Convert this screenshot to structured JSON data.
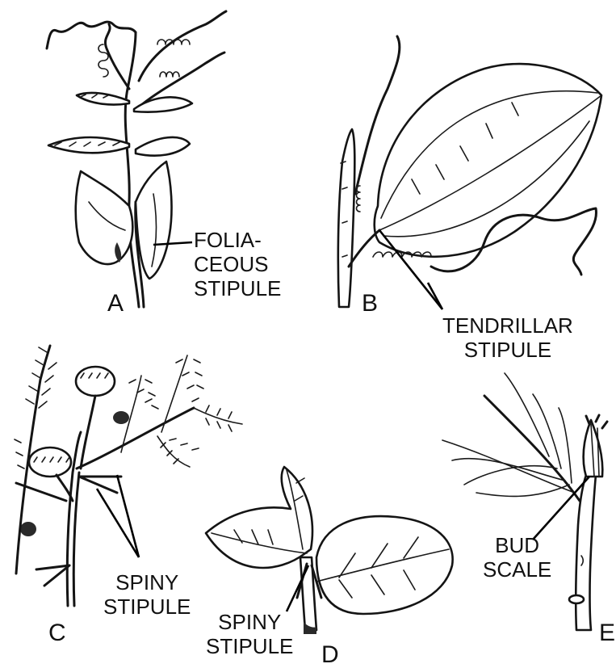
{
  "figures": {
    "a": {
      "letter": "A",
      "label_line1": "FOLIA-",
      "label_line2": "CEOUS",
      "label_line3": "STIPULE"
    },
    "b": {
      "letter": "B",
      "label_line1": "TENDRILLAR",
      "label_line2": "STIPULE"
    },
    "c": {
      "letter": "C",
      "label_line1": "SPINY",
      "label_line2": "STIPULE"
    },
    "d": {
      "letter": "D",
      "label_line1": "SPINY",
      "label_line2": "STIPULE"
    },
    "e": {
      "letter": "E",
      "label_line1": "BUD",
      "label_line2": "SCALE"
    }
  }
}
